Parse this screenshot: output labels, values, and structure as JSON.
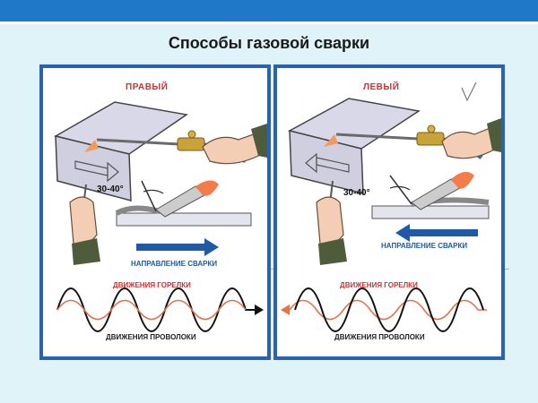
{
  "header": {
    "title": "Способы газовой сварки"
  },
  "panels": {
    "right_method": {
      "heading": "ПРАВЫЙ",
      "angle": "30-40°",
      "direction": "НАПРАВЛЕНИЕ СВАРКИ",
      "torch_motion": "ДВИЖЕНИЯ ГОРЕЛКИ",
      "wire_motion": "ДВИЖЕНИЯ ПРОВОЛОКИ"
    },
    "left_method": {
      "heading": "ЛЕВЫЙ",
      "angle": "30-40°",
      "direction": "НАПРАВЛЕНИЕ СВАРКИ",
      "torch_motion": "ДВИЖЕНИЯ ГОРЕЛКИ",
      "wire_motion": "ДВИЖЕНИЯ ПРОВОЛОКИ"
    }
  },
  "colors": {
    "frame": "#2a62b3",
    "arrow": "#1f5aa8",
    "torch_wave": "#e2734a",
    "wire_wave": "#111111",
    "heading": "#d23030"
  }
}
